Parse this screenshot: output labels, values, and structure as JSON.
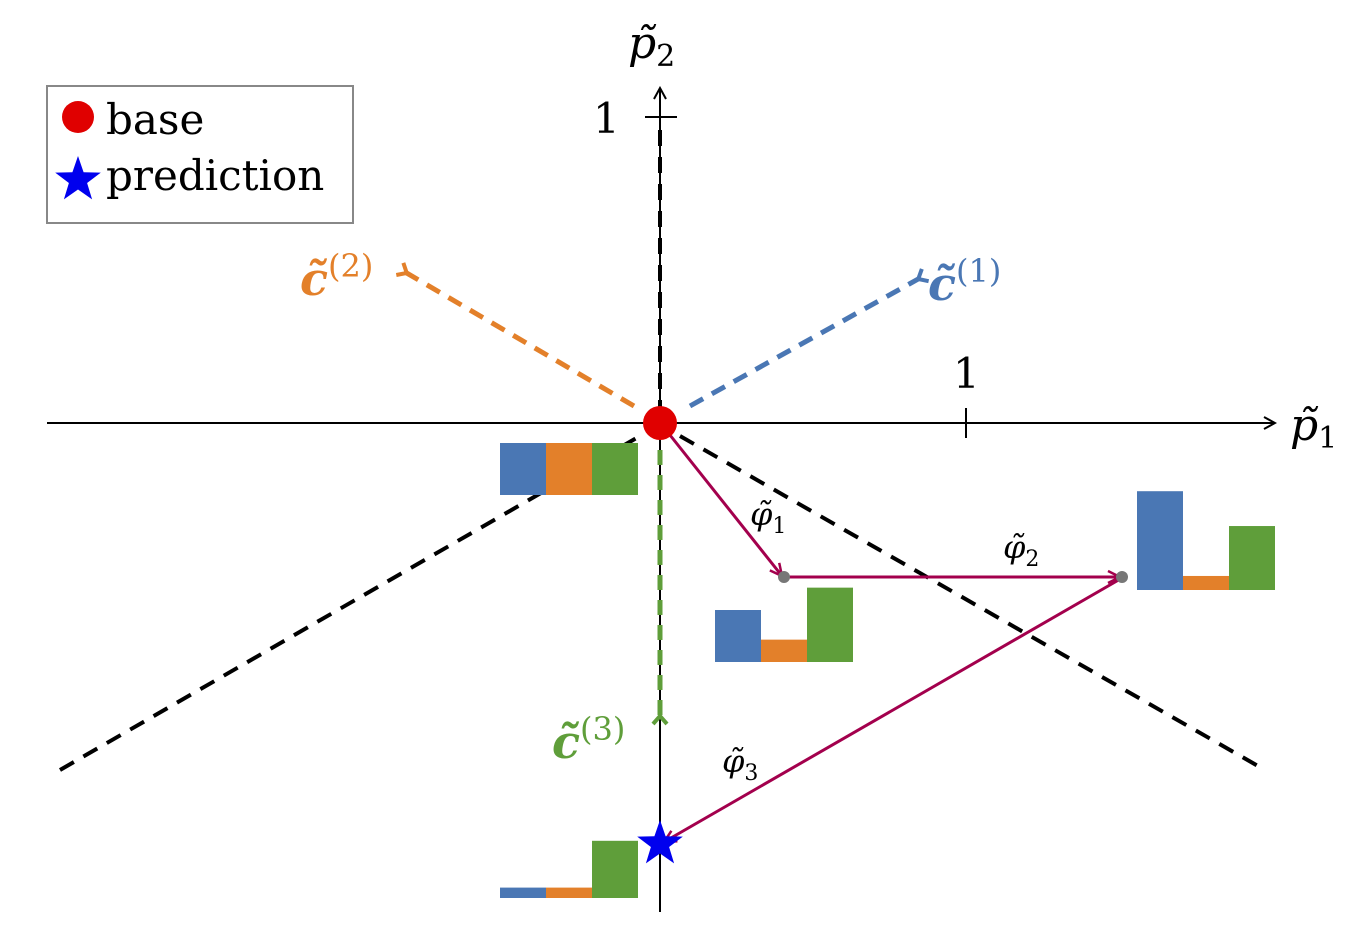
{
  "legend": {
    "items": [
      {
        "label": "base",
        "marker": "red-circle-icon"
      },
      {
        "label": "prediction",
        "marker": "blue-star-icon"
      }
    ]
  },
  "axes": {
    "x_label": "p̃",
    "x_sub": "1",
    "y_label": "p̃",
    "y_sub": "2",
    "x_tick": "1",
    "y_tick": "1"
  },
  "vectors": [
    {
      "symbol": "c̃",
      "sup": "(1)",
      "color": "#4a77b4"
    },
    {
      "symbol": "c̃",
      "sup": "(2)",
      "color": "#e3802a"
    },
    {
      "symbol": "c̃",
      "sup": "(3)",
      "color": "#5f9e3a"
    }
  ],
  "steps": [
    {
      "symbol": "φ̃",
      "sub": "1"
    },
    {
      "symbol": "φ̃",
      "sub": "2"
    },
    {
      "symbol": "φ̃",
      "sub": "3"
    }
  ],
  "colors": {
    "base": "#e00000",
    "prediction": "#0000ee",
    "step": "#a3004d",
    "bar_blue": "#4a77b4",
    "bar_orange": "#e3802a",
    "bar_green": "#5f9e3a"
  },
  "histograms": [
    {
      "name": "base",
      "values": [
        1,
        1,
        1
      ]
    },
    {
      "name": "after-step-1",
      "values": [
        1,
        0.43,
        1.43
      ]
    },
    {
      "name": "after-step-2",
      "values": [
        1.9,
        0.27,
        1.23
      ]
    },
    {
      "name": "prediction",
      "values": [
        0.2,
        0.2,
        1.1
      ]
    }
  ]
}
